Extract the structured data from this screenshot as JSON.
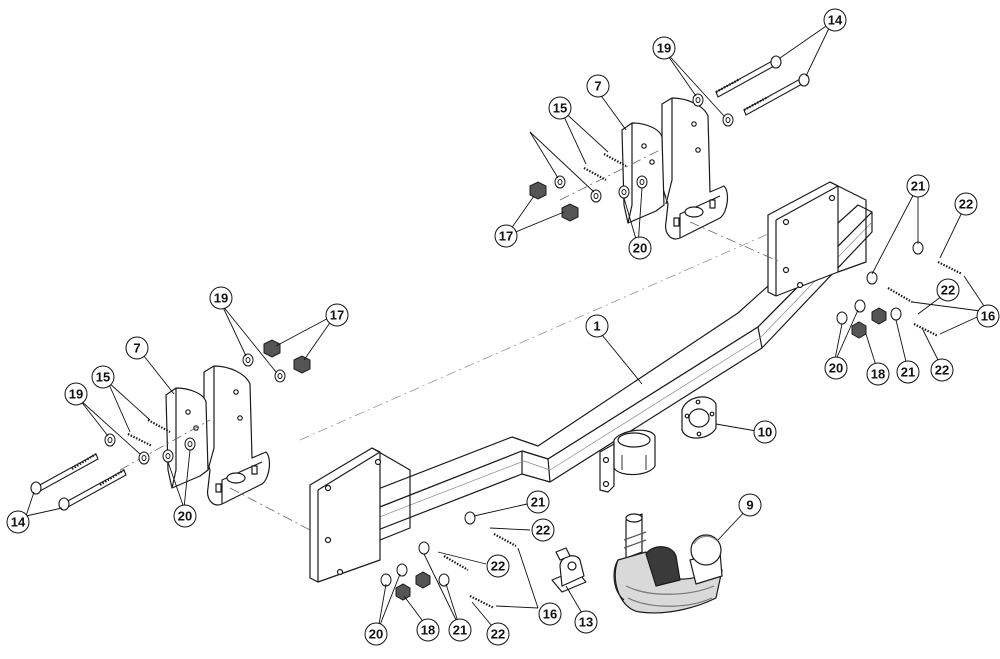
{
  "colors": {
    "line": "#1a1a1a",
    "fill": "#ffffff",
    "shade": "#7a7a7a",
    "dark": "#333333"
  },
  "callouts": [
    {
      "id": "c14a",
      "label": "14"
    },
    {
      "id": "c19a",
      "label": "19"
    },
    {
      "id": "c7a",
      "label": "7"
    },
    {
      "id": "c15a",
      "label": "15"
    },
    {
      "id": "c19b",
      "label": "19"
    },
    {
      "id": "c17a",
      "label": "17"
    },
    {
      "id": "c20a",
      "label": "20"
    },
    {
      "id": "c21a",
      "label": "21"
    },
    {
      "id": "c22a",
      "label": "22"
    },
    {
      "id": "c16a",
      "label": "16"
    },
    {
      "id": "c22b",
      "label": "22"
    },
    {
      "id": "c20b",
      "label": "20"
    },
    {
      "id": "c18a",
      "label": "18"
    },
    {
      "id": "c21b",
      "label": "21"
    },
    {
      "id": "c22c",
      "label": "22"
    },
    {
      "id": "c1",
      "label": "1"
    },
    {
      "id": "c10",
      "label": "10"
    },
    {
      "id": "c9",
      "label": "9"
    },
    {
      "id": "c19c",
      "label": "19"
    },
    {
      "id": "c7b",
      "label": "7"
    },
    {
      "id": "c15b",
      "label": "15"
    },
    {
      "id": "c17b",
      "label": "17"
    },
    {
      "id": "c14b",
      "label": "14"
    },
    {
      "id": "c20c",
      "label": "20"
    },
    {
      "id": "c21c",
      "label": "21"
    },
    {
      "id": "c22d",
      "label": "22"
    },
    {
      "id": "c22e",
      "label": "22"
    },
    {
      "id": "c16b",
      "label": "16"
    },
    {
      "id": "c20d",
      "label": "20"
    },
    {
      "id": "c18b",
      "label": "18"
    },
    {
      "id": "c21d",
      "label": "21"
    },
    {
      "id": "c22f",
      "label": "22"
    },
    {
      "id": "c13",
      "label": "13"
    }
  ]
}
